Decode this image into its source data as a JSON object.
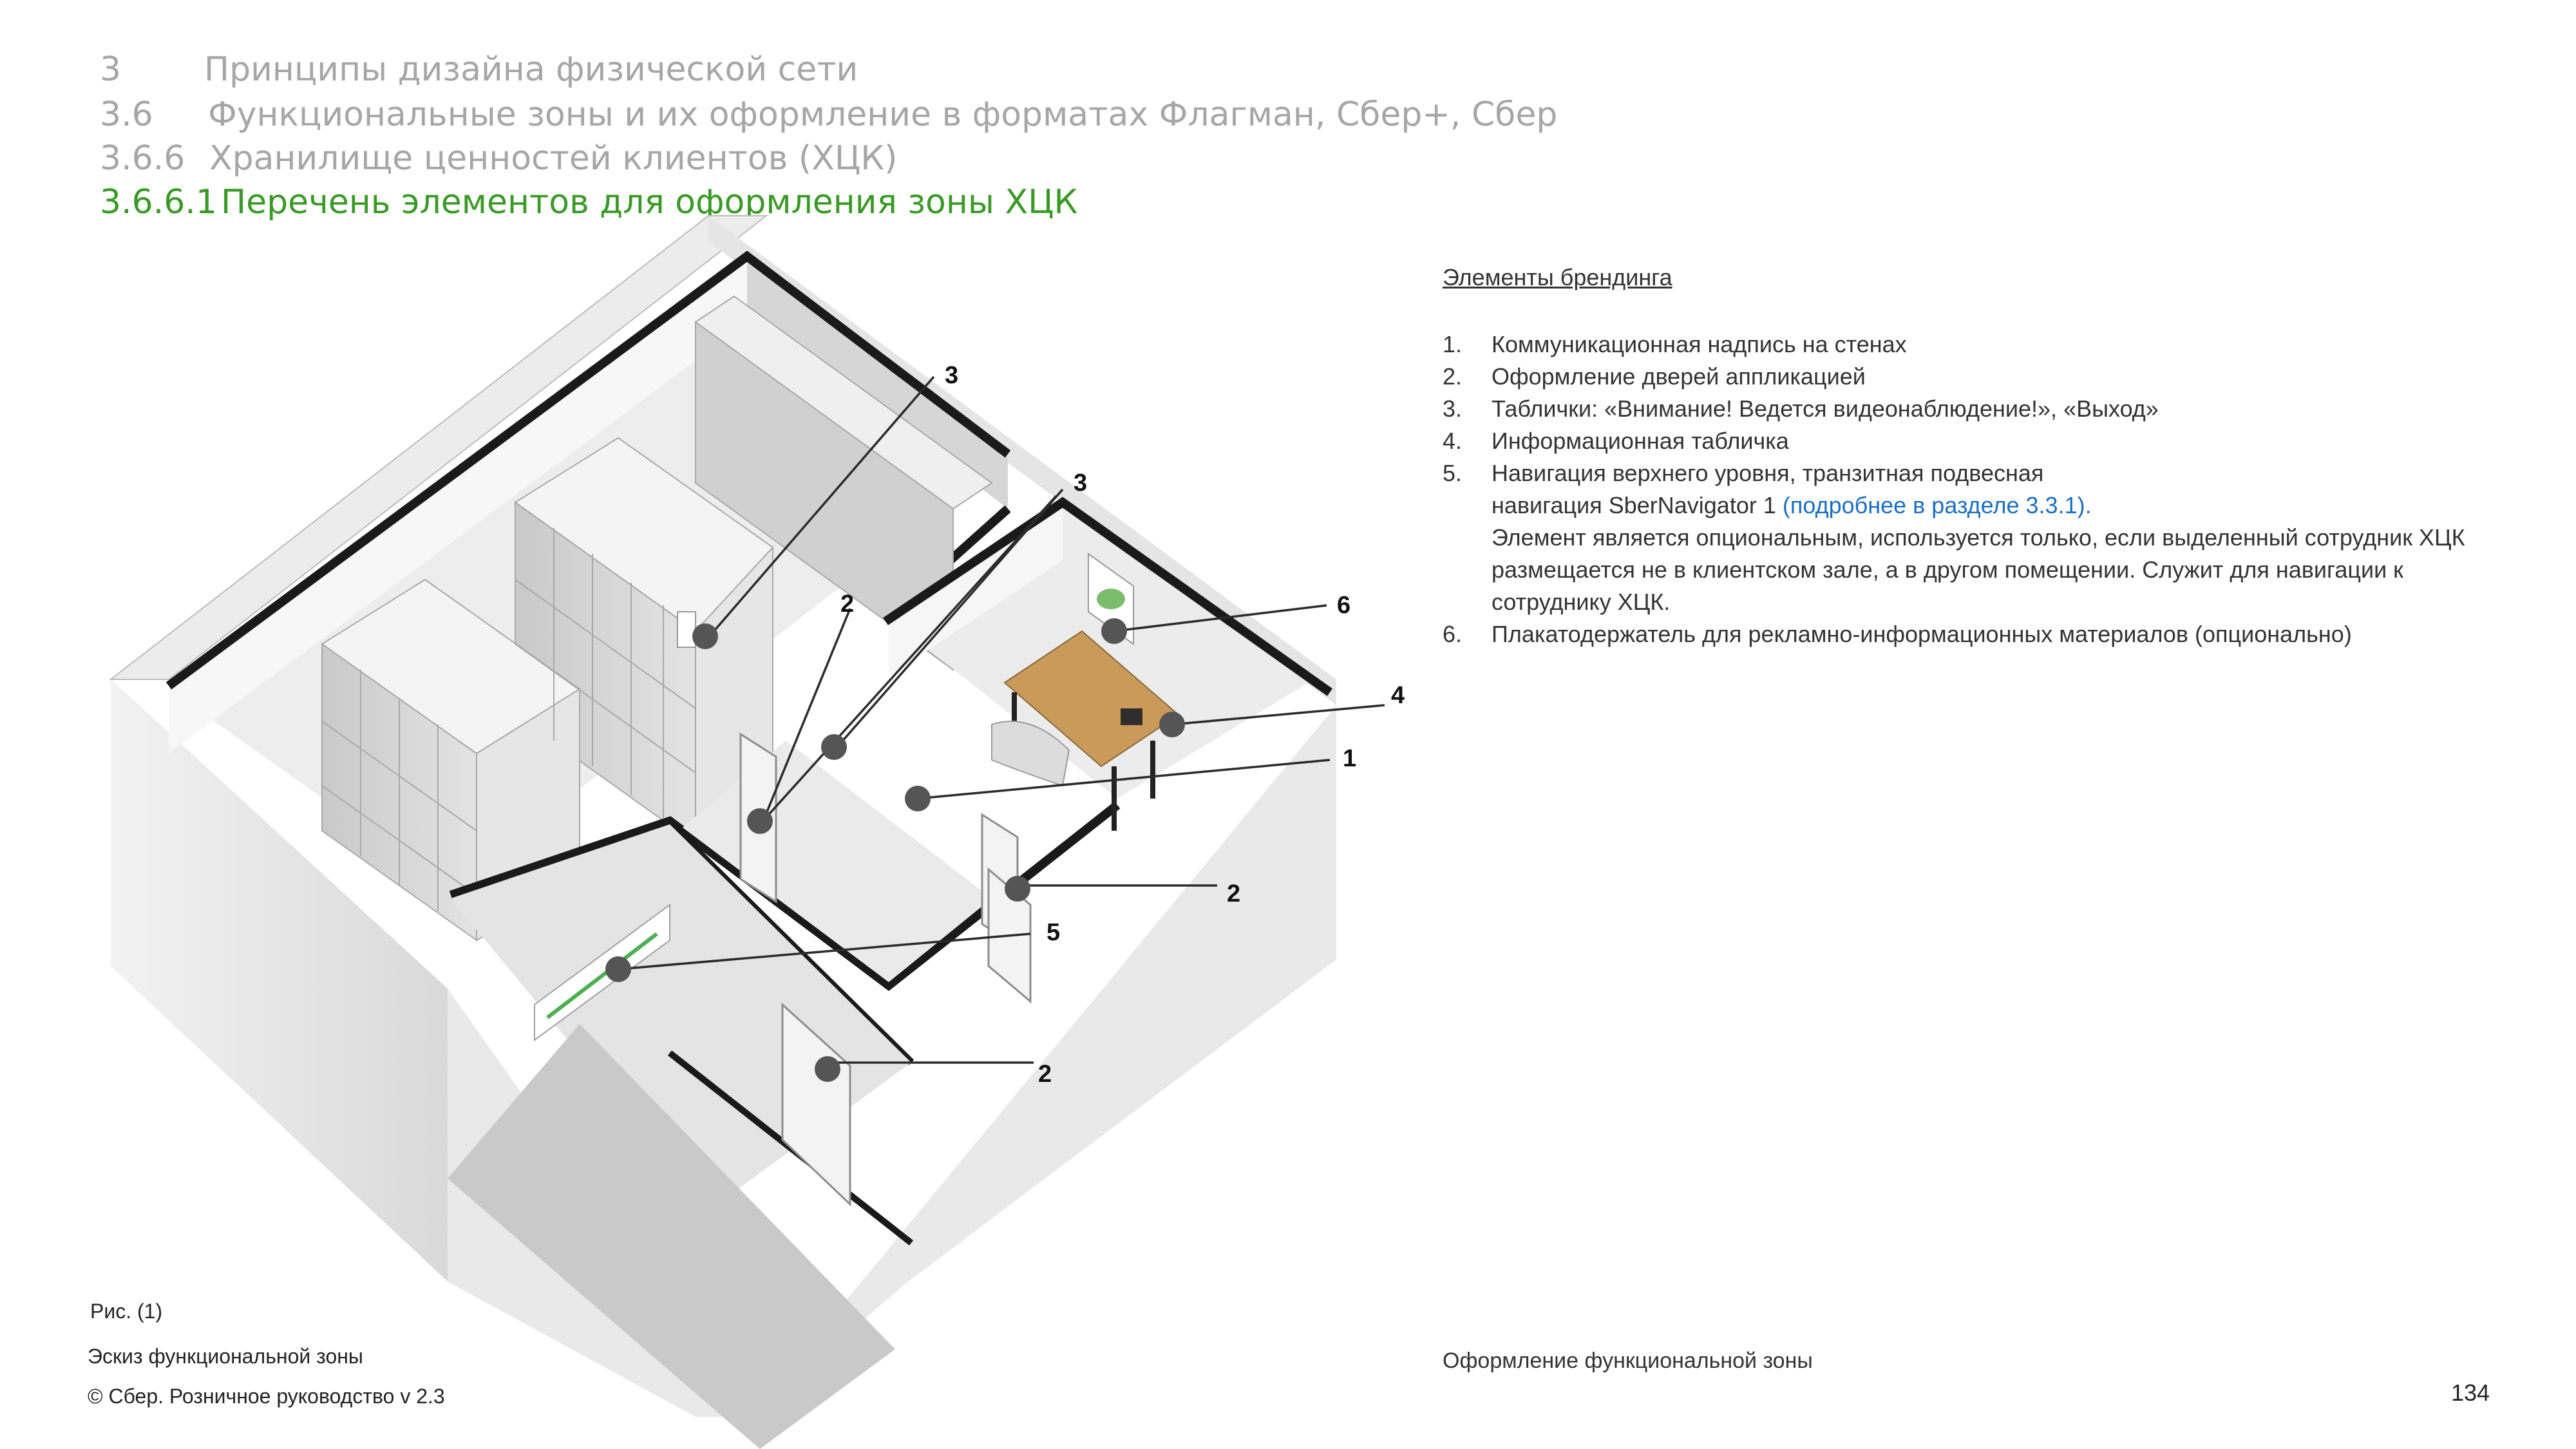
{
  "header": {
    "line1": {
      "num": "3",
      "text": "Принципы дизайна физической сети"
    },
    "line2": {
      "num": "3.6",
      "text": "Функциональные зоны и их оформление в форматах Флагман, Сбер+, Сбер"
    },
    "line3": {
      "num": "3.6.6",
      "text": "Хранилище ценностей клиентов (ХЦК)"
    },
    "line4": {
      "num": "3.6.6.1",
      "text": "Перечень элементов для оформления зоны ХЦК"
    }
  },
  "colors": {
    "heading_gray": "#a6a6a6",
    "heading_green": "#3a9a26",
    "link_blue": "#1a6fc2"
  },
  "callouts": [
    "3",
    "3",
    "2",
    "6",
    "4",
    "1",
    "2",
    "5",
    "2"
  ],
  "branding": {
    "title": "Элементы брендинга",
    "items": [
      {
        "num": "1.",
        "text": "Коммуникационная надпись на стенах"
      },
      {
        "num": "2.",
        "text": "Оформление дверей аппликацией"
      },
      {
        "num": "3.",
        "text": "Таблички: «Внимание! Ведется видеонаблюдение!», «Выход»"
      },
      {
        "num": "4.",
        "text": "Информационная табличка"
      },
      {
        "num": "5.",
        "line1": "Навигация верхнего уровня, транзитная подвесная",
        "line2": "навигация SberNavigator 1 ",
        "link": "(подробнее в разделе 3.3.1).",
        "line3": "Элемент является опциональным, используется только, если выделенный сотрудник ХЦК",
        "line4": "размещается не в клиентском зале, а в другом помещении. Служит для навигации к",
        "line5": "сотруднику ХЦК."
      },
      {
        "num": "6.",
        "text": "Плакатодержатель для рекламно-информационных материалов (опционально)"
      }
    ]
  },
  "figure": {
    "label": "Рис. (1)",
    "caption": "Эскиз функциональной зоны"
  },
  "footer": {
    "copyright": "© Сбер. Розничное руководство  v 2.3",
    "zone_caption": "Оформление функциональной зоны",
    "page_number": "134"
  }
}
